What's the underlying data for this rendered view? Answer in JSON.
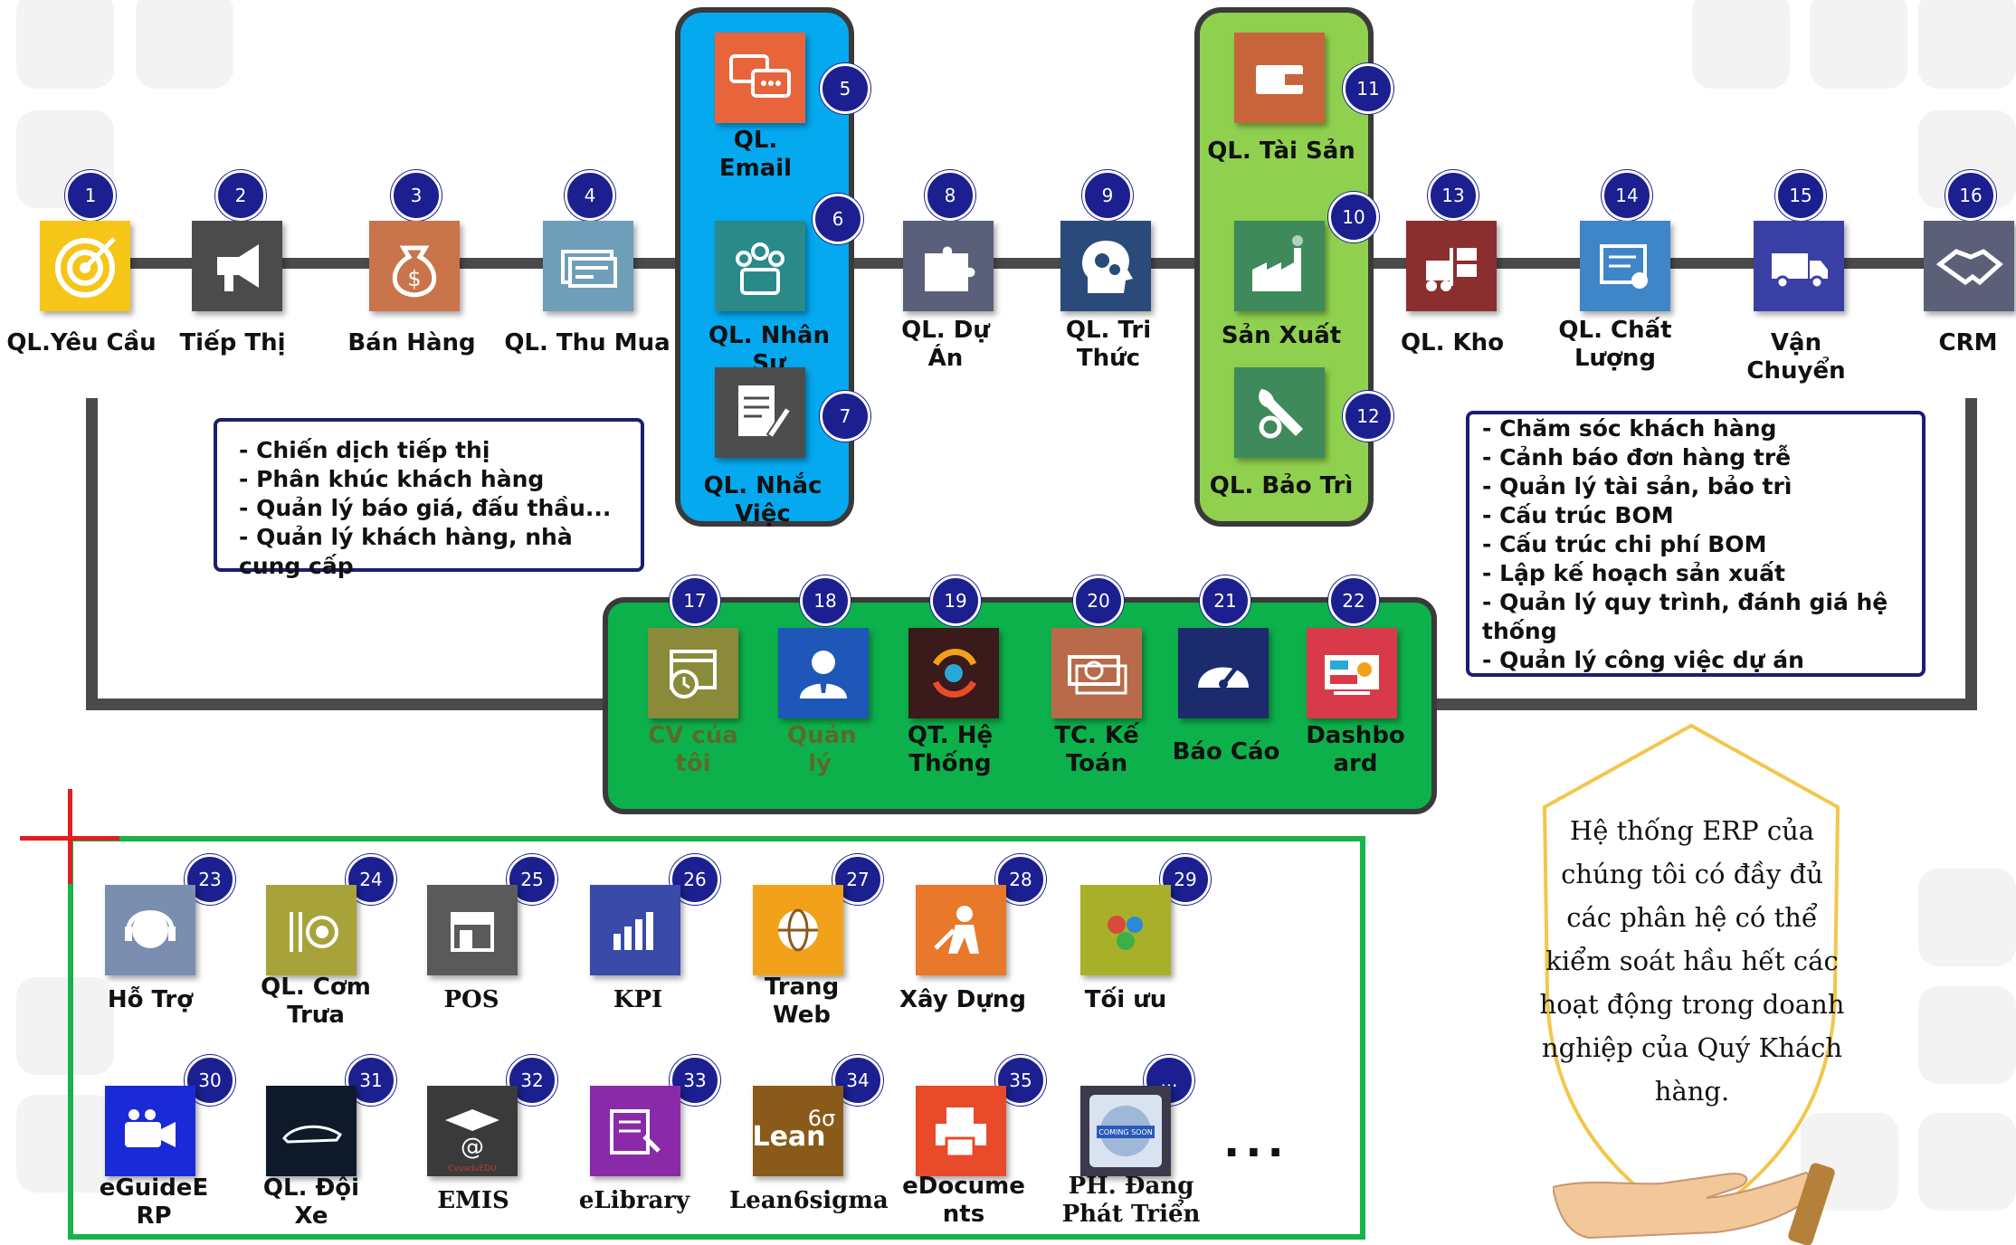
{
  "colors": {
    "badge": "#1b1f8f",
    "connector": "#4a4a4a",
    "blue_panel": "#05a9f0",
    "lime_panel": "#8fd14f",
    "green_panel": "#0db14b",
    "border_green": "#18b34a",
    "shield": "#f3c64a"
  },
  "top_row": [
    {
      "num": "1",
      "label": "QL.Yêu Cầu",
      "icon": "target-icon",
      "color": "#f5c518"
    },
    {
      "num": "2",
      "label": "Tiếp Thị",
      "icon": "megaphone-icon",
      "color": "#4b4b4b"
    },
    {
      "num": "3",
      "label": "Bán Hàng",
      "icon": "money-bag-icon",
      "color": "#c9744a"
    },
    {
      "num": "4",
      "label": "QL. Thu Mua",
      "icon": "cards-icon",
      "color": "#6f9fb8"
    },
    {
      "num": "8",
      "label": "QL. Dự Án",
      "icon": "puzzle-icon",
      "color": "#5a5f7a"
    },
    {
      "num": "9",
      "label": "QL. Tri Thức",
      "icon": "head-gears-icon",
      "color": "#2a4a7a"
    },
    {
      "num": "13",
      "label": "QL. Kho",
      "icon": "forklift-icon",
      "color": "#8b2e2e"
    },
    {
      "num": "14",
      "label": "QL. Chất Lượng",
      "icon": "certificate-icon",
      "color": "#3f86c8"
    },
    {
      "num": "15",
      "label": "Vận Chuyển",
      "icon": "truck-icon",
      "color": "#3a3fa5"
    },
    {
      "num": "16",
      "label": "CRM",
      "icon": "handshake-icon",
      "color": "#5b6078"
    }
  ],
  "blue_group": [
    {
      "num": "5",
      "label": "QL. Email",
      "icon": "chat-icon",
      "color": "#e8643a"
    },
    {
      "num": "6",
      "label": "QL. Nhân Sự",
      "icon": "team-icon",
      "color": "#2a8a8a"
    },
    {
      "num": "7",
      "label": "QL. Nhắc Việc",
      "icon": "notepad-icon",
      "color": "#4d4d4d"
    }
  ],
  "lime_group": [
    {
      "num": "11",
      "label": "QL. Tài Sản",
      "icon": "wallet-icon",
      "color": "#c9653a"
    },
    {
      "num": "10",
      "label": "Sản Xuất",
      "icon": "factory-icon",
      "color": "#3e8a5a"
    },
    {
      "num": "12",
      "label": "QL. Bảo Trì",
      "icon": "wrench-gear-icon",
      "color": "#3e8a5a"
    }
  ],
  "note_left": [
    "- Chiến dịch tiếp thị",
    "- Phân khúc khách hàng",
    "- Quản lý báo giá, đấu thầu...",
    "- Quản lý khách hàng, nhà cung cấp"
  ],
  "note_right": [
    "- Chăm sóc khách hàng",
    "- Cảnh báo đơn hàng trễ",
    "- Quản lý tài sản, bảo trì",
    "- Cấu trúc BOM",
    "- Cấu trúc chi phí BOM",
    "- Lập kế hoạch sản xuất",
    "- Quản lý quy trình, đánh giá hệ thống",
    "- Quản lý công việc dự án"
  ],
  "green_group": [
    {
      "num": "17",
      "label": "CV của tôi",
      "icon": "calendar-clock-icon",
      "color": "#8a8a3a"
    },
    {
      "num": "18",
      "label": "Quản lý",
      "icon": "manager-icon",
      "color": "#1f57b8"
    },
    {
      "num": "19",
      "label": "QT. Hệ Thống",
      "icon": "cycle-icon",
      "color": "#3a1a1a"
    },
    {
      "num": "20",
      "label": "TC. Kế Toán",
      "icon": "cash-icon",
      "color": "#b86a4a"
    },
    {
      "num": "21",
      "label": "Báo Cáo",
      "icon": "gauge-icon",
      "color": "#1c2a6e"
    },
    {
      "num": "22",
      "label": "Dashboard",
      "icon": "dashboard-icon",
      "color": "#d93a4a"
    }
  ],
  "bottom_row1": [
    {
      "num": "23",
      "label": "Hỗ Trợ",
      "icon": "support-globe-icon",
      "color": "#7a8fb0"
    },
    {
      "num": "24",
      "label": "QL. Cơm Trưa",
      "icon": "cutlery-icon",
      "color": "#a8a23a"
    },
    {
      "num": "25",
      "label": "POS",
      "icon": "store-icon",
      "color": "#5a5a5a"
    },
    {
      "num": "26",
      "label": "KPI",
      "icon": "bars-icon",
      "color": "#3a4aa8"
    },
    {
      "num": "27",
      "label": "Trang Web",
      "icon": "web-globe-icon",
      "color": "#f2a21a"
    },
    {
      "num": "28",
      "label": "Xây Dựng",
      "icon": "worker-icon",
      "color": "#e8782a"
    },
    {
      "num": "29",
      "label": "Tối ưu",
      "icon": "optimize-icon",
      "color": "#a8b02a"
    }
  ],
  "bottom_row2": [
    {
      "num": "30",
      "label": "eGuideERP",
      "icon": "video-camera-icon",
      "color": "#1a2ad8"
    },
    {
      "num": "31",
      "label": "QL. Đội Xe",
      "icon": "car-icon",
      "color": "#0e1a2a"
    },
    {
      "num": "32",
      "label": "EMIS",
      "icon": "graduation-icon",
      "color": "#3a3a3a"
    },
    {
      "num": "33",
      "label": "eLibrary",
      "icon": "book-icon",
      "color": "#8a2aa8"
    },
    {
      "num": "34",
      "label": "Lean6sigma",
      "icon": "lean-icon",
      "color": "#8a5a1a"
    },
    {
      "num": "35",
      "label": "eDocuments",
      "icon": "printer-icon",
      "color": "#e84a2a"
    },
    {
      "num": "...",
      "label": "PH. Đang Phát Triển",
      "icon": "coming-soon-icon",
      "color": "#3a3a4a"
    }
  ],
  "ellipsis": "...",
  "tile_texts": {
    "lean": "Lean",
    "sixsigma": "6σ",
    "coming_soon": "COMING SOON",
    "emis_brand": "CvuaduEDU"
  },
  "shield_text": "Hệ thống ERP của chúng tôi có đầy đủ các phân hệ có thể kiểm soát hầu hết các hoạt động trong doanh nghiệp của Quý Khách hàng."
}
